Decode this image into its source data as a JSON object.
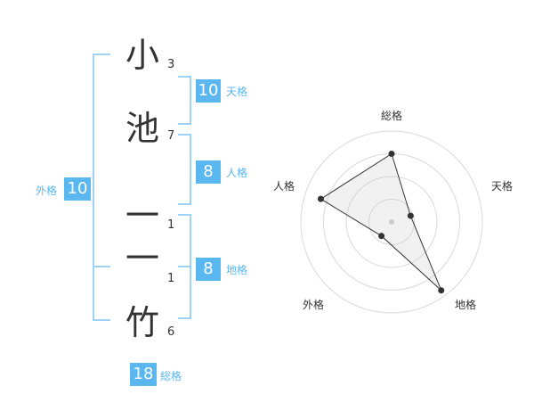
{
  "characters": [
    {
      "char": "小",
      "strokes": "3"
    },
    {
      "char": "池",
      "strokes": "7"
    },
    {
      "char": "一",
      "strokes": "1"
    },
    {
      "char": "一",
      "strokes": "1"
    },
    {
      "char": "竹",
      "strokes": "6"
    }
  ],
  "groups": {
    "tenkaku": {
      "value": "10",
      "label": "天格"
    },
    "jinkaku": {
      "value": "8",
      "label": "人格"
    },
    "chikaku": {
      "value": "8",
      "label": "地格"
    },
    "gaikaku": {
      "value": "10",
      "label": "外格"
    },
    "soukaku": {
      "value": "18",
      "label": "総格"
    }
  },
  "colors": {
    "accent": "#5bb7f0",
    "bracket": "#9fd3f5",
    "text": "#333333"
  },
  "chart_data": {
    "type": "radar",
    "axes": [
      "総格",
      "天格",
      "地格",
      "外格",
      "人格"
    ],
    "values": [
      0.75,
      0.22,
      0.93,
      0.19,
      0.82
    ],
    "max": 1,
    "rings": 4
  }
}
